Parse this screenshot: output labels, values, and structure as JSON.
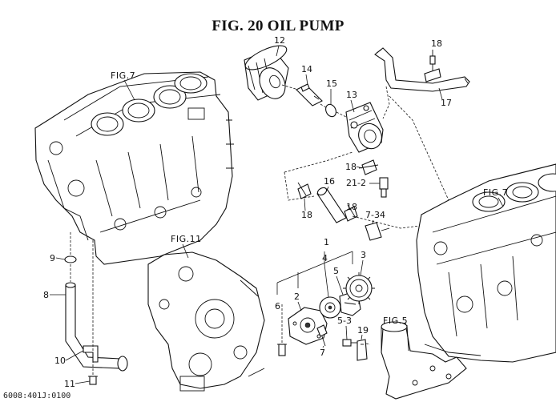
{
  "title": "FIG. 20  OIL PUMP",
  "footer_code": "6008:401J:0100",
  "refs": {
    "fig7_left": "FIG.7",
    "fig7_right": "FIG.7",
    "fig11": "FIG.11",
    "fig5": "FIG.5"
  },
  "callouts": {
    "c1": "1",
    "c2": "2",
    "c3": "3",
    "c4": "4",
    "c5": "5",
    "c6": "6",
    "c7": "7",
    "c8": "8",
    "c9": "9",
    "c10": "10",
    "c11": "11",
    "c12": "12",
    "c13": "13",
    "c14": "14",
    "c15": "15",
    "c16": "16",
    "c17": "17",
    "c18a": "18",
    "c18b": "18",
    "c18c": "18",
    "c18d": "18",
    "c19": "19",
    "c21_2": "21-2",
    "c7_34": "7-34",
    "c5_3": "5-3"
  }
}
